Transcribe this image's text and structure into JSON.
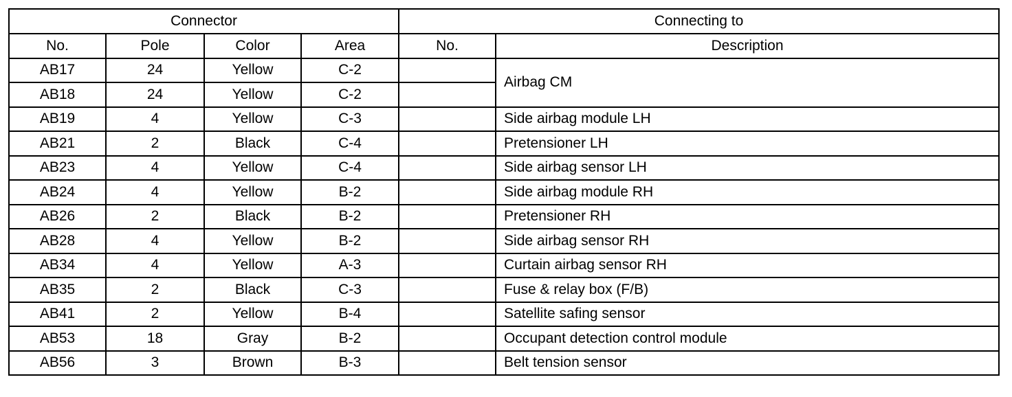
{
  "table": {
    "group_headers": {
      "connector": "Connector",
      "connecting_to": "Connecting to"
    },
    "column_headers": {
      "no": "No.",
      "pole": "Pole",
      "color": "Color",
      "area": "Area",
      "to_no": "No.",
      "description": "Description"
    },
    "rows": [
      {
        "no": "AB17",
        "pole": "24",
        "color": "Yellow",
        "area": "C-2",
        "to_no": "",
        "description": "Airbag CM"
      },
      {
        "no": "AB18",
        "pole": "24",
        "color": "Yellow",
        "area": "C-2",
        "to_no": ""
      },
      {
        "no": "AB19",
        "pole": "4",
        "color": "Yellow",
        "area": "C-3",
        "to_no": "",
        "description": "Side airbag module LH"
      },
      {
        "no": "AB21",
        "pole": "2",
        "color": "Black",
        "area": "C-4",
        "to_no": "",
        "description": "Pretensioner LH"
      },
      {
        "no": "AB23",
        "pole": "4",
        "color": "Yellow",
        "area": "C-4",
        "to_no": "",
        "description": "Side airbag sensor LH"
      },
      {
        "no": "AB24",
        "pole": "4",
        "color": "Yellow",
        "area": "B-2",
        "to_no": "",
        "description": "Side airbag module RH"
      },
      {
        "no": "AB26",
        "pole": "2",
        "color": "Black",
        "area": "B-2",
        "to_no": "",
        "description": "Pretensioner RH"
      },
      {
        "no": "AB28",
        "pole": "4",
        "color": "Yellow",
        "area": "B-2",
        "to_no": "",
        "description": "Side airbag sensor RH"
      },
      {
        "no": "AB34",
        "pole": "4",
        "color": "Yellow",
        "area": "A-3",
        "to_no": "",
        "description": "Curtain airbag sensor RH"
      },
      {
        "no": "AB35",
        "pole": "2",
        "color": "Black",
        "area": "C-3",
        "to_no": "",
        "description": "Fuse & relay box (F/B)"
      },
      {
        "no": "AB41",
        "pole": "2",
        "color": "Yellow",
        "area": "B-4",
        "to_no": "",
        "description": "Satellite safing sensor"
      },
      {
        "no": "AB53",
        "pole": "18",
        "color": "Gray",
        "area": "B-2",
        "to_no": "",
        "description": "Occupant detection control module"
      },
      {
        "no": "AB56",
        "pole": "3",
        "color": "Brown",
        "area": "B-3",
        "to_no": "",
        "description": "Belt tension sensor"
      }
    ]
  }
}
